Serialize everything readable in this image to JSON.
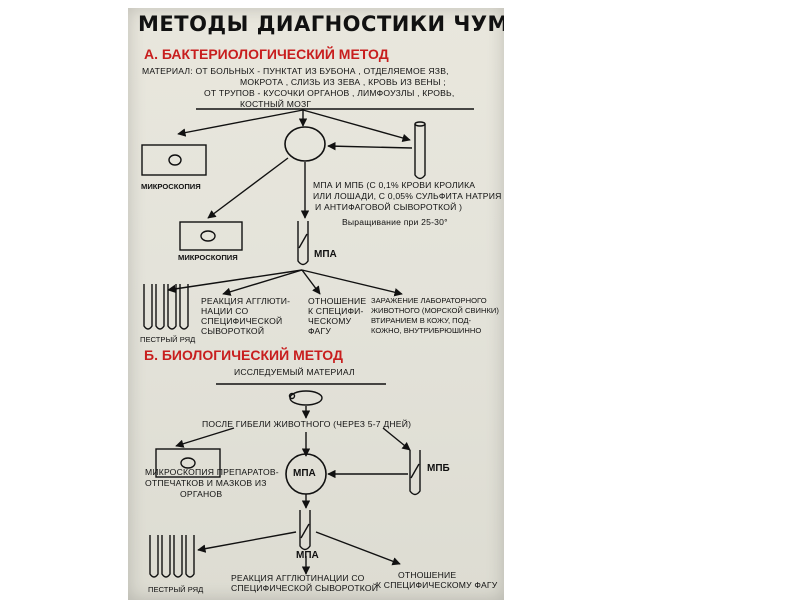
{
  "title": "Методы диагностики чумы",
  "section_a": {
    "heading": "А. Бактериологический метод",
    "material_1": "Материал: от больных - пунктат из бубона , отделяемое язв,",
    "material_2": "мокрота , слизь из зева , кровь из вены ;",
    "material_3": "от трупов - кусочки органов , лимфоузлы , кровь,",
    "material_4": "костный мозг",
    "microscopy_1": "Микроскопия",
    "media_1": "МПА и МПБ (с 0,1% крови кролика",
    "media_2": "или лошади, с 0,05% сульфита натрия",
    "media_3": "и антифаговой сывороткой )",
    "growth": "Выращивание при 25-30°",
    "microscopy_2": "Микроскопия",
    "mpa": "МПА",
    "variegated_row": "Пестрый ряд",
    "agglutination": [
      "Реакция агглюти-",
      "нации со",
      "специфической",
      "сывороткой"
    ],
    "phage": [
      "Отношение",
      "к специфи-",
      "ческому",
      "фагу"
    ],
    "infection": [
      "Заражение лабораторного",
      "животного (морской свинки)",
      "втиранием в кожу, под-",
      "кожно, внутрибрюшинно"
    ]
  },
  "section_b": {
    "heading": "Б. Биологический метод",
    "material": "Исследуемый материал",
    "after_death": "После гибели животного (через 5-7 дней)",
    "mpa": "МПА",
    "mpb": "МПБ",
    "microscopy": [
      "Микроскопия препаратов-",
      "отпечатков и мазков из",
      "органов"
    ],
    "mpa_2": "МПА",
    "variegated_row": "Пестрый ряд",
    "agglutination": [
      "Реакция агглютинации со",
      "специфической сывороткой"
    ],
    "phage": [
      "Отношение",
      "к специфическому фагу"
    ]
  },
  "colors": {
    "poster_bg": "#e4e3da",
    "ink": "#111111",
    "heading_red": "#c81e1e"
  }
}
